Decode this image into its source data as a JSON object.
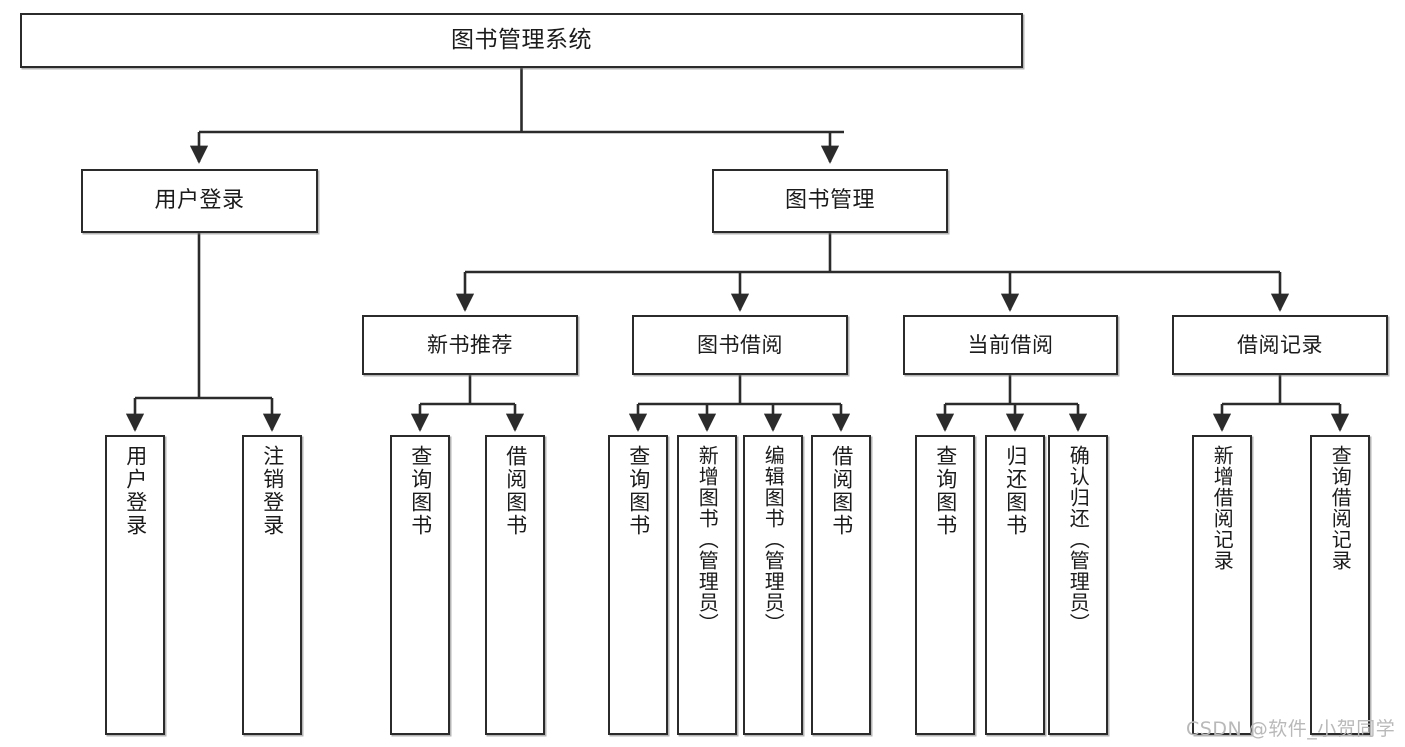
{
  "diagram": {
    "title": "图书管理系统",
    "type": "tree",
    "root": {
      "id": "root",
      "label": "图书管理系统"
    },
    "level1": [
      {
        "id": "user-login",
        "label": "用户登录"
      },
      {
        "id": "book-manage",
        "label": "图书管理"
      }
    ],
    "level2": [
      {
        "id": "new-book-rec",
        "label": "新书推荐",
        "parent": "book-manage"
      },
      {
        "id": "book-borrow",
        "label": "图书借阅",
        "parent": "book-manage"
      },
      {
        "id": "current-borrow",
        "label": "当前借阅",
        "parent": "book-manage"
      },
      {
        "id": "borrow-record",
        "label": "借阅记录",
        "parent": "book-manage"
      }
    ],
    "leaves": [
      {
        "id": "leaf-user-login",
        "label": "用户登录",
        "parent": "user-login"
      },
      {
        "id": "leaf-logout",
        "label": "注销登录",
        "parent": "user-login"
      },
      {
        "id": "leaf-query-book-1",
        "label": "查询图书",
        "parent": "new-book-rec"
      },
      {
        "id": "leaf-borrow-book-1",
        "label": "借阅图书",
        "parent": "new-book-rec"
      },
      {
        "id": "leaf-query-book-2",
        "label": "查询图书",
        "parent": "book-borrow"
      },
      {
        "id": "leaf-add-book",
        "label": "新增图书（管理员）",
        "parent": "book-borrow"
      },
      {
        "id": "leaf-edit-book",
        "label": "编辑图书（管理员）",
        "parent": "book-borrow"
      },
      {
        "id": "leaf-borrow-book-2",
        "label": "借阅图书",
        "parent": "book-borrow"
      },
      {
        "id": "leaf-query-book-3",
        "label": "查询图书",
        "parent": "current-borrow"
      },
      {
        "id": "leaf-return-book",
        "label": "归还图书",
        "parent": "current-borrow"
      },
      {
        "id": "leaf-confirm-return",
        "label": "确认归还（管理员）",
        "parent": "current-borrow"
      },
      {
        "id": "leaf-add-record",
        "label": "新增借阅记录",
        "parent": "borrow-record"
      },
      {
        "id": "leaf-query-record",
        "label": "查询借阅记录",
        "parent": "borrow-record"
      }
    ],
    "colors": {
      "box_border": "#2b2b2b",
      "box_fill": "#ffffff",
      "connector": "#2b2b2b",
      "text": "#1b1b1b",
      "watermark": "#b9b9b9"
    }
  },
  "watermark": {
    "text": "CSDN @软件_小贺同学"
  }
}
